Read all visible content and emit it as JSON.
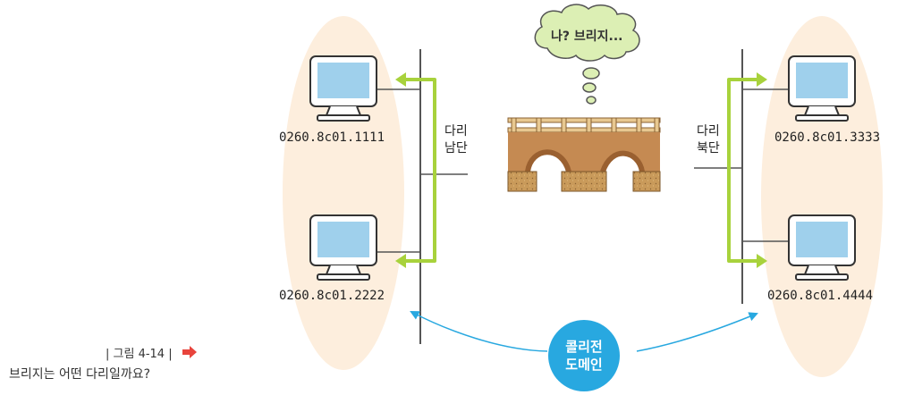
{
  "thought_bubble": "나? 브리지...",
  "bridge_sides": {
    "south": [
      "다리",
      "남단"
    ],
    "north": [
      "다리",
      "북단"
    ]
  },
  "hosts": {
    "top_left": "0260.8c01.1111",
    "bottom_left": "0260.8c01.2222",
    "top_right": "0260.8c01.3333",
    "bottom_right": "0260.8c01.4444"
  },
  "collision_domain": [
    "콜리전",
    "도메인"
  ],
  "caption": {
    "figure": "| 그림 4-14 |",
    "text": "브리지는 어떤 다리일까요?"
  },
  "colors": {
    "domain_fill": "#fdeedd",
    "link_green": "#a8d23c",
    "accent_blue": "#28a8e0",
    "caption_arrow": "#e8443c"
  }
}
